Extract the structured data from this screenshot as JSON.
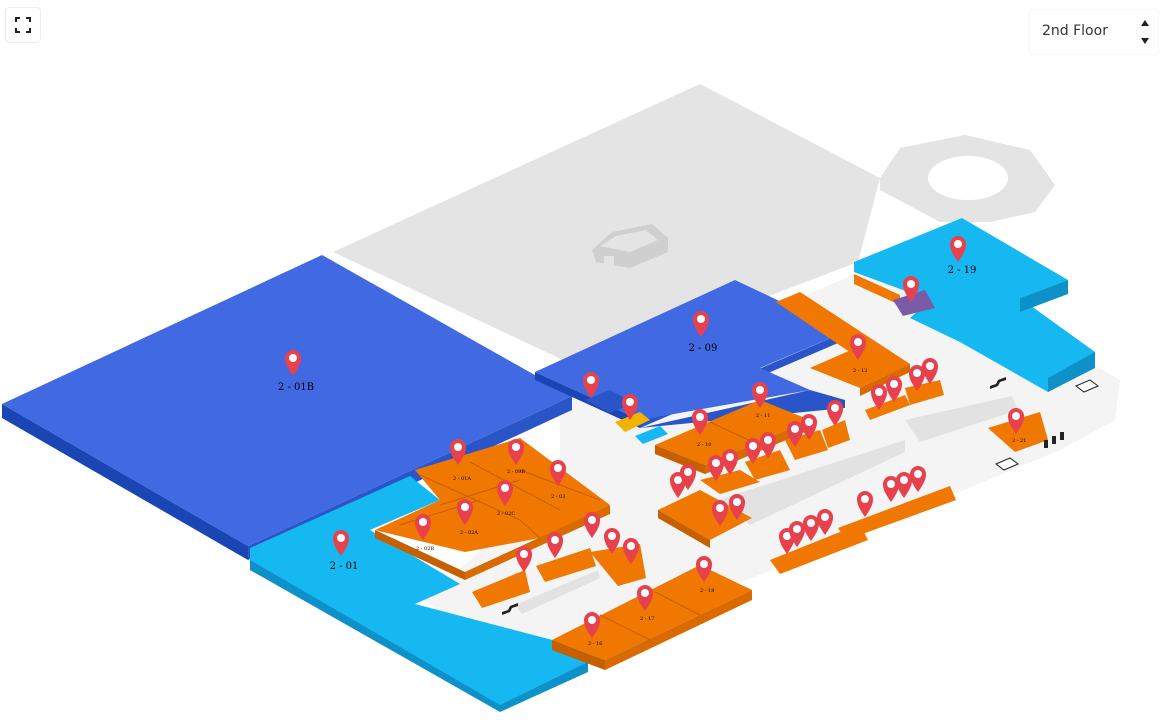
{
  "controls": {
    "fullscreen_icon": "fullscreen-icon",
    "floor_label": "2nd Floor",
    "floor_up_icon": "caret-up-icon",
    "floor_down_icon": "caret-down-icon"
  },
  "colors": {
    "large_store": "#4169e1",
    "anchor_store": "#16b8f1",
    "store": "#f07800",
    "pin": "#e8414e",
    "parking": "#e4e4e4",
    "corridor": "#f4f4f4"
  },
  "stores": [
    {
      "id": "s01b",
      "label": "2 - 01B"
    },
    {
      "id": "s09",
      "label": "2 - 09"
    },
    {
      "id": "s19",
      "label": "2 - 19"
    },
    {
      "id": "s01",
      "label": "2 - 01"
    },
    {
      "id": "s01a",
      "label": "2 - 01A"
    },
    {
      "id": "s09b",
      "label": "2 - 09B"
    },
    {
      "id": "s02b",
      "label": "2 - 02B"
    },
    {
      "id": "s02c",
      "label": "2 - 02C"
    },
    {
      "id": "s03",
      "label": "2 - 03"
    },
    {
      "id": "s02a",
      "label": "2 - 02A"
    },
    {
      "id": "s10",
      "label": "2 - 10"
    },
    {
      "id": "s11",
      "label": "2 - 11"
    },
    {
      "id": "s12",
      "label": "2 - 12"
    },
    {
      "id": "s18",
      "label": "2 - 18"
    },
    {
      "id": "s17",
      "label": "2 - 17"
    },
    {
      "id": "s16",
      "label": "2 - 16"
    },
    {
      "id": "s21",
      "label": "2 - 21"
    }
  ],
  "icons": [
    "parking-car-icon",
    "escalator-icon",
    "restroom-icon",
    "elevator-icon",
    "map-pin-icon"
  ]
}
